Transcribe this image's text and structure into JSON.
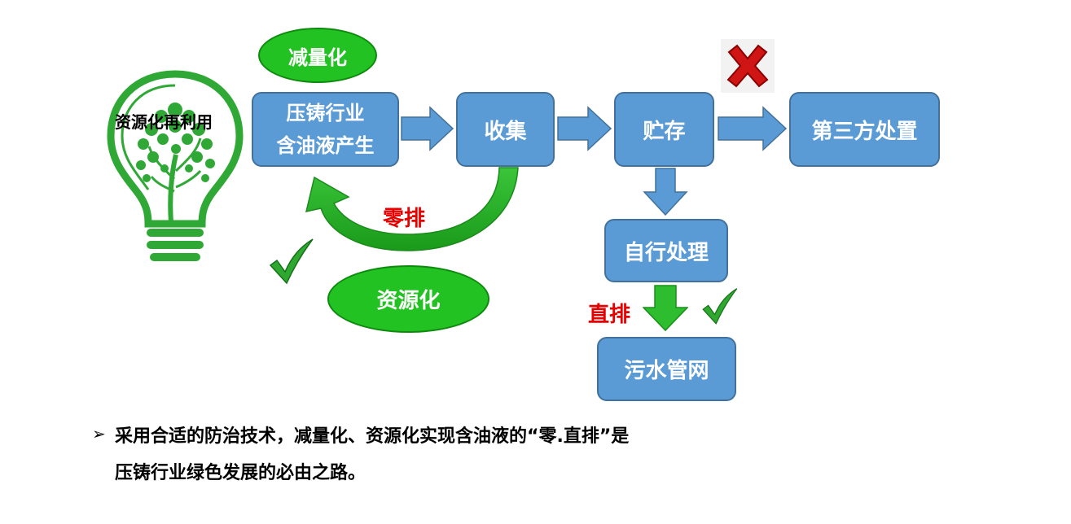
{
  "bulb": {
    "label": "资源化再利用"
  },
  "ellipses": {
    "reduce": "减量化",
    "resource": "资源化"
  },
  "boxes": {
    "source_line1": "压铸行业",
    "source_line2": "含油液产生",
    "collect": "收集",
    "store": "贮存",
    "third_party": "第三方处置",
    "self_treat": "自行处理",
    "sewer": "污水管网"
  },
  "labels": {
    "zero_discharge": "零排",
    "direct_discharge": "直排"
  },
  "icons": {
    "cross": "red-x-icon",
    "check_left": "green-check-icon",
    "check_right": "green-check-icon"
  },
  "bullet": {
    "marker": "➢",
    "line1": "采用合适的防治技术，减量化、资源化实现含油液的“零.直排”是",
    "line2": "压铸行业绿色发展的必由之路。"
  },
  "colors": {
    "box_fill": "#5b9bd5",
    "box_border": "#41719c",
    "ellipse_fill": "#22c222",
    "arrow_blue": "#5b9bd5",
    "arrow_green": "#2ebd2e",
    "label_red": "#e60000"
  }
}
